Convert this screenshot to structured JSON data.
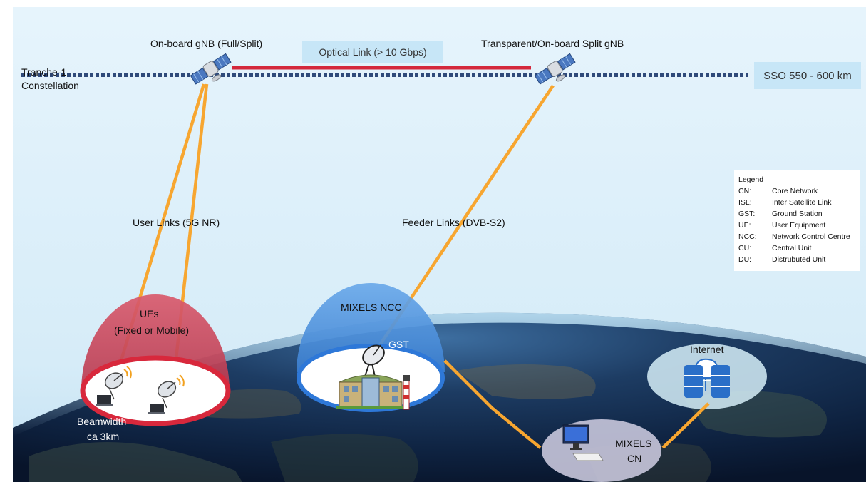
{
  "labels": {
    "constellation_line1": "Tranche-1",
    "constellation_line2": "Constellation",
    "sat_left": "On-board gNB (Full/Split)",
    "sat_right": "Transparent/On-board Split gNB",
    "optical_link": "Optical Link (> 10 Gbps)",
    "orbit": "SSO 550 - 600 km",
    "user_links": "User Links (5G NR)",
    "feeder_links": "Feeder Links (DVB-S2)",
    "ues_line1": "UEs",
    "ues_line2": "(Fixed or Mobile)",
    "mixels_ncc": "MIXELS NCC",
    "gst": "GST",
    "internet": "Internet",
    "mixels_cn_line1": "MIXELS",
    "mixels_cn_line2": "CN",
    "beamwidth_line1": "Beamwidth",
    "beamwidth_line2": "ca 3km"
  },
  "legend": {
    "title": "Legend",
    "items": [
      {
        "abbr": "CN:",
        "desc": "Core Network"
      },
      {
        "abbr": "ISL:",
        "desc": "Inter Satellite Link"
      },
      {
        "abbr": "GST:",
        "desc": "Ground Station"
      },
      {
        "abbr": "UE:",
        "desc": "User Equipment"
      },
      {
        "abbr": "NCC:",
        "desc": "Network Control Centre"
      },
      {
        "abbr": "CU:",
        "desc": "Central Unit"
      },
      {
        "abbr": "DU:",
        "desc": "Distrubuted Unit"
      }
    ]
  },
  "colors": {
    "sky": "#dff0fa",
    "orbit_dots": "#2f4a7a",
    "optical_link": "#d4283c",
    "rf_links": "#f7a630",
    "ue_dome": "#c9485e",
    "ncc_dome": "#4b8fd8",
    "internet_dome": "#d6eef8",
    "cn_dome": "#c8c6dc",
    "label_box": "#c7e6f7"
  }
}
